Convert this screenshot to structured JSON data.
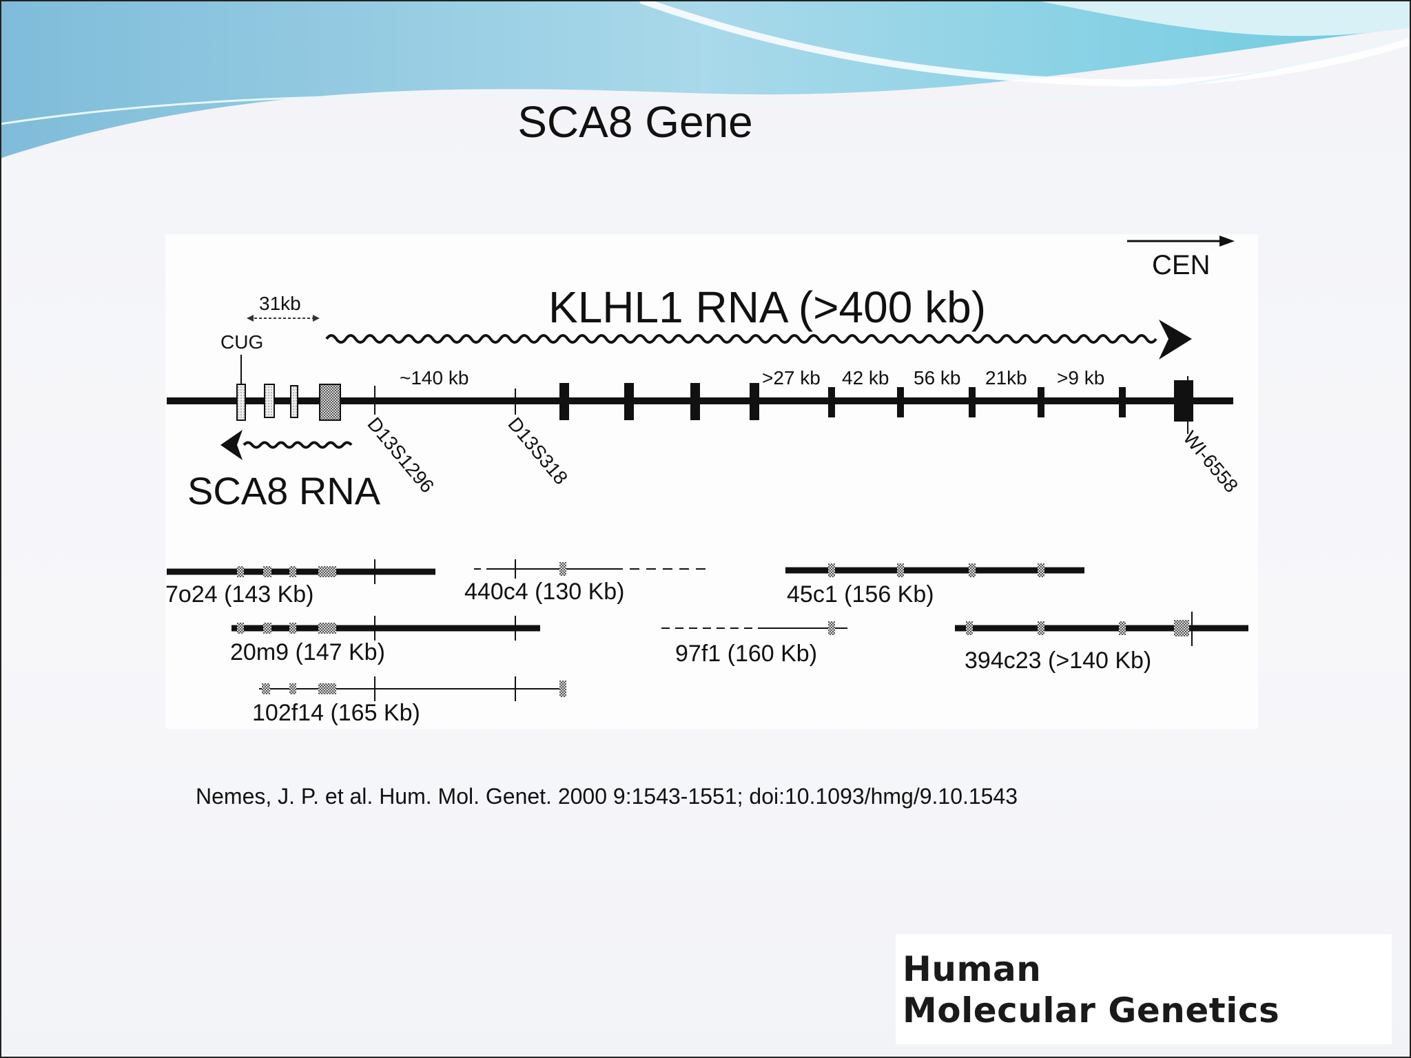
{
  "slide": {
    "title": "SCA8 Gene",
    "citation": "Nemes, J. P. et al. Hum. Mol. Genet. 2000 9:1543-1551; doi:10.1093/hmg/9.10.1543",
    "logo_line1": "Human",
    "logo_line2": "Molecular Genetics"
  },
  "colors": {
    "wave_dark": "#8fc9df",
    "wave_light": "#bfe8f2",
    "ink": "#111111"
  },
  "diagram": {
    "cen_label": "CEN",
    "klhl1_label": "KLHL1 RNA (>400 kb)",
    "sca8_label": "SCA8 RNA",
    "scale_31kb": "31kb",
    "cug_label": "CUG",
    "distances": [
      "~140 kb",
      ">27 kb",
      "42 kb",
      "56 kb",
      "21kb",
      ">9 kb"
    ],
    "markers": [
      "D13S1296",
      "D13S318",
      "WI-6558"
    ],
    "clones": [
      "7o24 (143 Kb)",
      "440c4 (130 Kb)",
      "45c1 (156 Kb)",
      "20m9 (147 Kb)",
      "97f1 (160 Kb)",
      "394c23 (>140 Kb)",
      "102f14 (165 Kb)"
    ]
  }
}
